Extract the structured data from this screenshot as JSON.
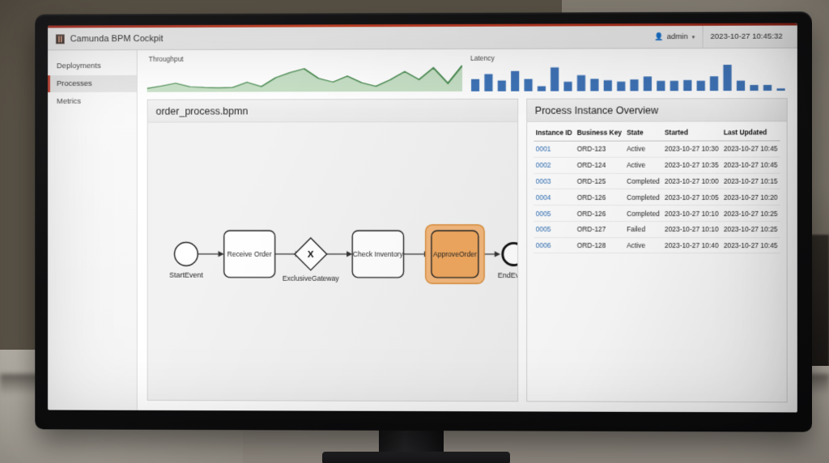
{
  "window": {
    "app_icon": "camunda-logo-icon",
    "title": "Camunda BPM Cockpit",
    "user": {
      "icon": "user-icon",
      "label": "admin",
      "caret": "▾"
    },
    "clock": "2023-10-27 10:45:32"
  },
  "sidebar": {
    "items": [
      {
        "label": "Deployments",
        "active": false
      },
      {
        "label": "Processes",
        "active": true
      },
      {
        "label": "Metrics",
        "active": false
      }
    ]
  },
  "metrics": {
    "throughput": {
      "title": "Throughput",
      "color": "#5a9a5e"
    },
    "latency": {
      "title": "Latency",
      "color": "#3f74b8"
    }
  },
  "diagram": {
    "title": "order_process.bpmn",
    "nodes": [
      {
        "id": "start",
        "type": "start-event",
        "label": "StartEvent",
        "label_position": "below"
      },
      {
        "id": "receive",
        "type": "task",
        "label": "Receive Order",
        "label_position": "inside"
      },
      {
        "id": "gateway",
        "type": "exclusive-gateway",
        "label": "ExclusiveGateway",
        "label_position": "below",
        "glyph": "X"
      },
      {
        "id": "check",
        "type": "task",
        "label": "Check Inventory",
        "label_position": "inside"
      },
      {
        "id": "approve",
        "type": "task",
        "label": "ApproveOrder",
        "label_position": "inside",
        "highlighted": true,
        "highlight_color": "#f0a85f",
        "halo_color": "#f5b97a"
      },
      {
        "id": "end",
        "type": "end-event",
        "label": "EndEvent",
        "label_position": "below"
      }
    ],
    "flows": [
      {
        "from": "start",
        "to": "receive"
      },
      {
        "from": "receive",
        "to": "gateway"
      },
      {
        "from": "gateway",
        "to": "check"
      },
      {
        "from": "check",
        "to": "approve"
      },
      {
        "from": "approve",
        "to": "end"
      }
    ]
  },
  "instances": {
    "title": "Process Instance Overview",
    "columns": [
      "Instance ID",
      "Business Key",
      "State",
      "Started",
      "Last Updated"
    ],
    "rows": [
      {
        "id": "0001",
        "key": "ORD-123",
        "state": "Active",
        "started": "2023-10-27 10:30",
        "updated": "2023-10-27 10:45"
      },
      {
        "id": "0002",
        "key": "ORD-124",
        "state": "Active",
        "started": "2023-10-27 10:35",
        "updated": "2023-10-27 10:45"
      },
      {
        "id": "0003",
        "key": "ORD-125",
        "state": "Completed",
        "started": "2023-10-27 10:00",
        "updated": "2023-10-27 10:15"
      },
      {
        "id": "0004",
        "key": "ORD-126",
        "state": "Completed",
        "started": "2023-10-27 10:05",
        "updated": "2023-10-27 10:20"
      },
      {
        "id": "0005",
        "key": "ORD-126",
        "state": "Completed",
        "started": "2023-10-27 10:10",
        "updated": "2023-10-27 10:25"
      },
      {
        "id": "0005",
        "key": "ORD-127",
        "state": "Failed",
        "started": "2023-10-27 10:10",
        "updated": "2023-10-27 10:25"
      },
      {
        "id": "0006",
        "key": "ORD-128",
        "state": "Active",
        "started": "2023-10-27 10:40",
        "updated": "2023-10-27 10:45"
      }
    ]
  },
  "chart_data": [
    {
      "type": "area",
      "title": "Throughput",
      "xlabel": "",
      "ylabel": "",
      "grid": false,
      "legend": "none",
      "color": "#5a9a5e",
      "x": [
        0,
        1,
        2,
        3,
        4,
        5,
        6,
        7,
        8,
        9,
        10,
        11,
        12,
        13,
        14,
        15,
        16,
        17,
        18,
        19,
        20,
        21,
        22
      ],
      "values": [
        8,
        14,
        22,
        12,
        10,
        9,
        10,
        24,
        12,
        36,
        50,
        60,
        34,
        24,
        40,
        22,
        12,
        30,
        52,
        30,
        62,
        20,
        68
      ]
    },
    {
      "type": "bar",
      "title": "Latency",
      "xlabel": "",
      "ylabel": "",
      "grid": false,
      "legend": "none",
      "color": "#3f74b8",
      "categories": [
        "1",
        "2",
        "3",
        "4",
        "5",
        "6",
        "7",
        "8",
        "9",
        "10",
        "11",
        "12",
        "13",
        "14",
        "15",
        "16",
        "17",
        "18",
        "19",
        "20",
        "21",
        "22",
        "23",
        "24"
      ],
      "values": [
        34,
        48,
        30,
        56,
        34,
        14,
        66,
        26,
        44,
        34,
        30,
        26,
        32,
        40,
        28,
        28,
        30,
        28,
        40,
        72,
        28,
        16,
        16,
        6
      ]
    }
  ]
}
